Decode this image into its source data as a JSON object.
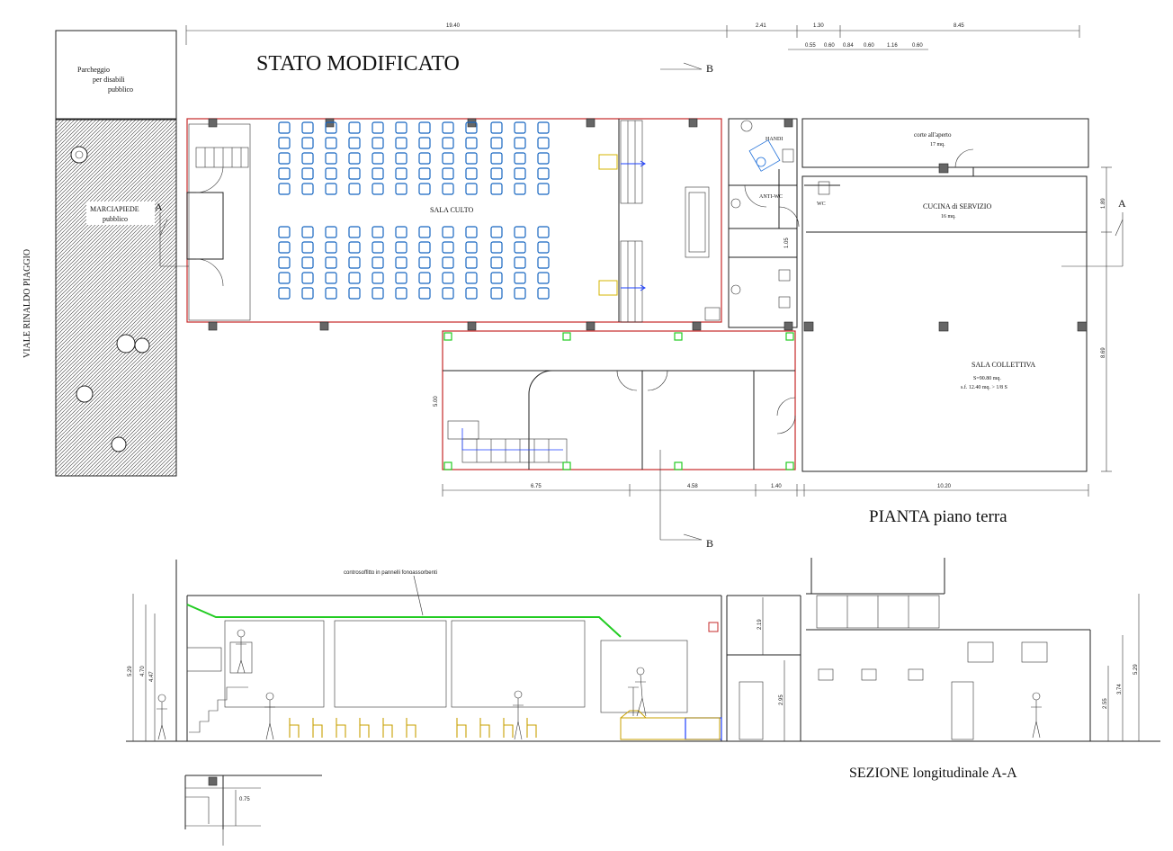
{
  "title": "STATO MODIFICATO",
  "street": "VIALE RINALDO PIAGGIO",
  "parking": [
    "Parcheggio",
    "per disabili",
    "pubblico"
  ],
  "sidewalk": [
    "MARCIAPIEDE",
    "pubblico"
  ],
  "section_marks": {
    "a": "A",
    "b": "B"
  },
  "rooms": {
    "sala_culto": "SALA CULTO",
    "handi": "HANDI",
    "anti_wc": "ANTI-WC",
    "wc": "WC",
    "corte": [
      "corte all'aperto",
      "17 mq."
    ],
    "cucina": [
      "CUCINA di SERVIZIO",
      "16 mq."
    ],
    "sala_collettiva": [
      "SALA COLLETTIVA",
      "S=90.80 mq.",
      "s.f. 12.40 mq. > 1/8 S"
    ]
  },
  "captions": {
    "plan": "PIANTA piano terra",
    "section": "SEZIONE longitudinale A-A"
  },
  "dims_top": [
    "19.40",
    "2.41",
    "1.30",
    "8.45"
  ],
  "dims_top_small": [
    "0.55",
    "0.60",
    "0.84",
    "0.60",
    "1.16",
    "0.60"
  ],
  "dims_bottom": [
    "6.75",
    "4.58",
    "1.40",
    "10.20"
  ],
  "dims_vertical": [
    "5.00",
    "1.89",
    "8.69",
    "1.05"
  ],
  "dims_section": [
    "5.29",
    "4.70",
    "4.47",
    "2.19",
    "2.95",
    "5.29",
    "3.74",
    "2.55",
    "0.75"
  ],
  "section_note": "controsoffitto in pannelli fonoassorbenti",
  "colors": {
    "walls_red": "#c62828",
    "seats_blue": "#1565c0",
    "accent_green": "#22cc22",
    "section_chairs": "#c8a000"
  },
  "icons": [
    "person-icon",
    "stair-icon",
    "door-swing-icon",
    "toilet-icon",
    "sink-icon",
    "tree-icon"
  ]
}
